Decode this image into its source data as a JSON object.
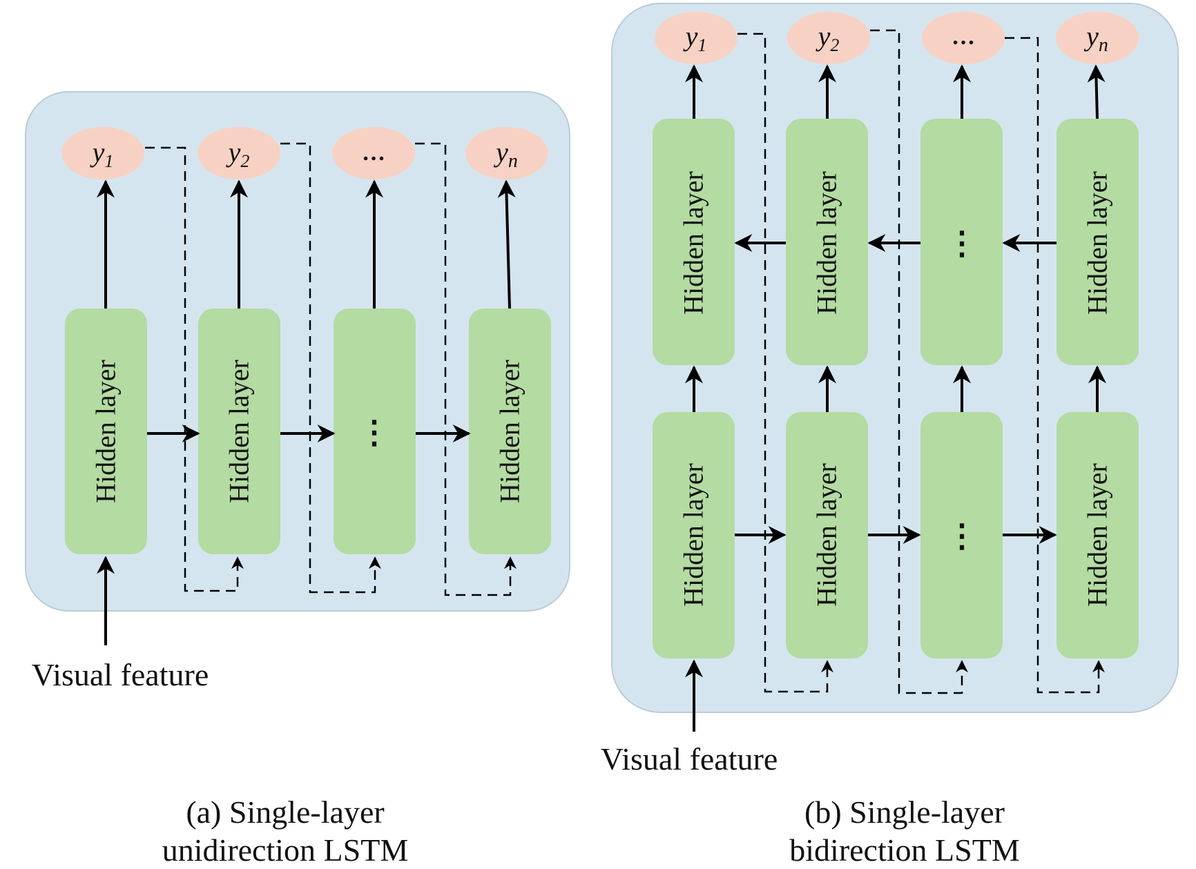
{
  "diagram": {
    "hidden_label": "Hidden layer",
    "ellipsis": "…",
    "vertical_ellipsis": "⋮",
    "outputs": [
      {
        "base": "y",
        "sub": "1"
      },
      {
        "base": "y",
        "sub": "2"
      },
      {
        "base": "…",
        "sub": ""
      },
      {
        "base": "y",
        "sub": "n"
      }
    ],
    "panel_a": {
      "input_label": "Visual feature",
      "caption_line1": "(a) Single-layer",
      "caption_line2": "unidirection LSTM"
    },
    "panel_b": {
      "input_label": "Visual feature",
      "caption_line1": "(b) Single-layer",
      "caption_line2": "bidirection LSTM"
    },
    "colors": {
      "panel_background": "#d5e5ef",
      "hidden_box": "#b3dba2",
      "output_oval": "#f7d2c4",
      "line": "#000000"
    }
  }
}
